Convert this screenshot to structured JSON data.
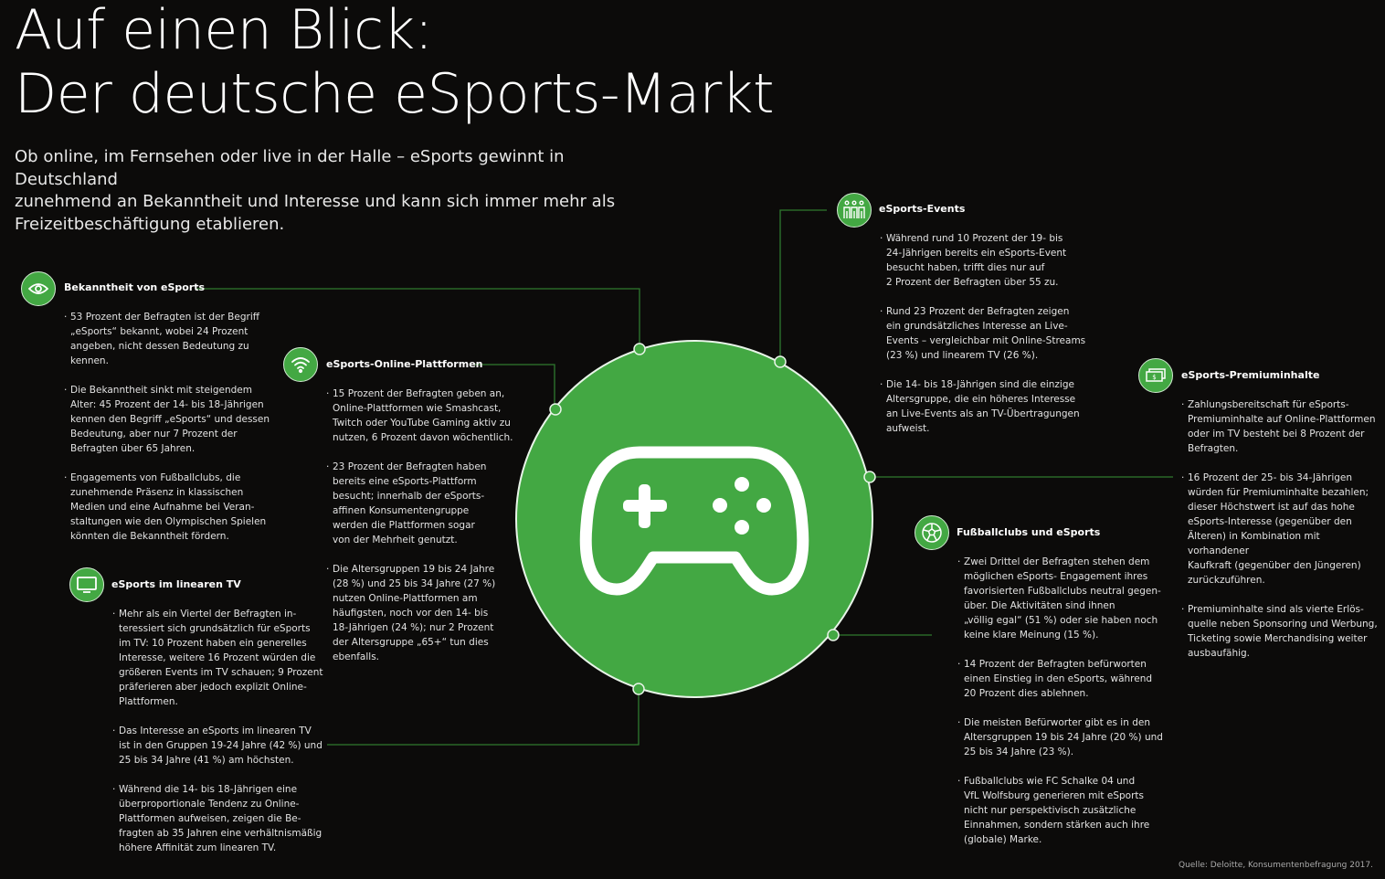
{
  "header": {
    "title_line1": "Auf einen Blick:",
    "title_line2": "Der deutsche eSports-Markt",
    "intro": "Ob online, im Fernsehen oder live in der Halle – eSports gewinnt in Deutschland\nzunehmend an Bekanntheit und Interesse und kann sich immer mehr als\nFreizeitbeschäftigung etablieren."
  },
  "colors": {
    "accent": "#43a843",
    "background": "#0c0b0a"
  },
  "sections": {
    "bekanntheit": {
      "icon": "eye-icon",
      "title": "Bekanntheit von eSports",
      "bullets": [
        "53 Prozent der Befragten ist der Begriff\n„eSports“ bekannt, wobei 24 Prozent\nangeben, nicht dessen Bedeutung zu\nkennen.",
        "Die Bekanntheit sinkt mit steigendem\nAlter: 45 Prozent der 14- bis 18-Jährigen\nkennen den Begriff „eSports“ und dessen\nBedeutung, aber nur 7 Prozent der\nBefragten über 65 Jahren.",
        "Engagements von Fußballclubs, die\nzunehmende Präsenz in klassischen\nMedien und eine Aufnahme bei Veran-\nstaltungen wie den Olympischen Spielen\nkönnten die Bekanntheit fördern."
      ]
    },
    "online": {
      "icon": "wifi-icon",
      "title": "eSports-Online-Plattformen",
      "bullets": [
        "15 Prozent der Befragten geben an,\nOnline-Plattformen wie Smashcast,\nTwitch oder YouTube Gaming aktiv zu\nnutzen, 6 Prozent davon wöchentlich.",
        "23 Prozent der Befragten haben\nbereits eine eSports-Plattform\nbesucht; innerhalb der eSports-\naffinen Konsumentengruppe\nwerden die Plattformen sogar\nvon der Mehrheit genutzt.",
        "Die Altersgruppen 19 bis 24 Jahre\n(28 %) und 25 bis 34 Jahre (27 %)\nnutzen Online-Plattformen am\nhäufigsten, noch vor den 14- bis\n18-Jährigen (24 %); nur 2 Prozent\nder Altersgruppe „65+“ tun dies\nebenfalls."
      ]
    },
    "tv": {
      "icon": "tv-icon",
      "title": "eSports im linearen TV",
      "bullets": [
        "Mehr als ein Viertel der Befragten in-\nteressiert sich grundsätzlich für eSports\nim TV: 10 Prozent haben ein generelles\nInteresse, weitere 16 Prozent würden die\ngrößeren Events im TV schauen; 9 Prozent\npräferieren aber jedoch explizit Online-\nPlattformen.",
        "Das Interesse an eSports im linearen TV\nist in den Gruppen 19-24 Jahre (42 %) und\n25 bis 34 Jahre (41 %) am höchsten.",
        "Während die 14- bis 18-Jährigen eine\nüberproportionale Tendenz zu Online-\nPlattformen aufweisen, zeigen die Be-\nfragten ab 35 Jahren eine verhältnismäßig\nhöhere Affinität zum linearen TV."
      ]
    },
    "events": {
      "icon": "audience-icon",
      "title": "eSports-Events",
      "bullets": [
        "Während rund 10 Prozent der 19- bis\n24-Jährigen bereits ein eSports-Event\nbesucht haben, trifft dies nur auf\n2 Prozent der Befragten über 55 zu.",
        "Rund 23 Prozent der Befragten zeigen\nein grundsätzliches Interesse an Live-\nEvents – vergleichbar mit Online-Streams\n(23 %) und linearem TV (26 %).",
        "Die 14- bis 18-Jährigen sind die einzige\nAltersgruppe, die ein höheres Interesse\nan Live-Events als an TV-Übertragungen\naufweist."
      ]
    },
    "premium": {
      "icon": "money-icon",
      "title": "eSports-Premiuminhalte",
      "bullets": [
        "Zahlungsbereitschaft für eSports-\nPremiuminhalte auf Online-Plattformen\noder im TV besteht bei 8 Prozent der\nBefragten.",
        "16 Prozent der 25- bis 34-Jährigen\nwürden für Premiuminhalte bezahlen;\ndieser Höchstwert ist auf das hohe\neSports-Interesse (gegenüber den\nÄlteren) in Kombination mit vorhandener\nKaufkraft (gegenüber den Jüngeren)\nzurückzuführen.",
        "Premiuminhalte sind als vierte Erlös-\nquelle neben Sponsoring und Werbung,\nTicketing sowie Merchandising weiter\nausbaufähig."
      ]
    },
    "fussball": {
      "icon": "football-icon",
      "title": "Fußballclubs und eSports",
      "bullets": [
        "Zwei Drittel der Befragten stehen dem\nmöglichen eSports- Engagement ihres\nfavorisierten Fußballclubs neutral gegen-\nüber. Die Aktivitäten sind ihnen\n„völlig egal“ (51 %) oder sie haben noch\nkeine klare Meinung (15 %).",
        "14 Prozent der Befragten befürworten\neinen Einstieg in den eSports, während\n20 Prozent dies ablehnen.",
        "Die meisten Befürworter gibt es in den\nAltersgruppen 19 bis 24 Jahre (20 %) und\n25 bis 34 Jahre (23 %).",
        "Fußballclubs wie FC Schalke 04 und\nVfL Wolfsburg generieren mit eSports\nnicht nur perspektivisch zusätzliche\nEinnahmen, sondern stärken auch ihre\n(globale) Marke."
      ]
    }
  },
  "source": "Quelle: Deloitte, Konsumentenbefragung 2017."
}
